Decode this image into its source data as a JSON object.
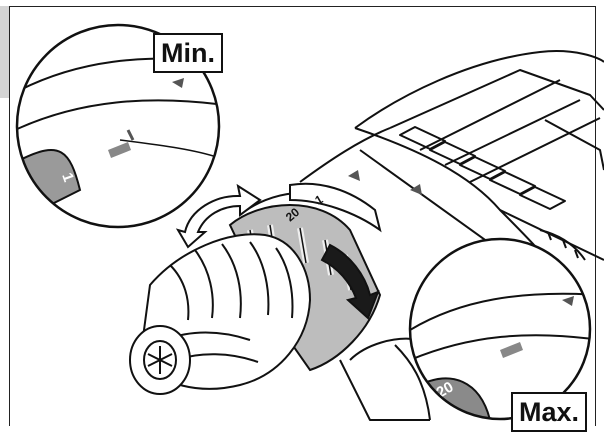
{
  "labels": {
    "min": "Min.",
    "max": "Max."
  },
  "inset_min_ring_numbers": [
    "1"
  ],
  "inset_max_ring_numbers": [
    "20"
  ],
  "collar_numbers": [
    "20",
    "1"
  ]
}
